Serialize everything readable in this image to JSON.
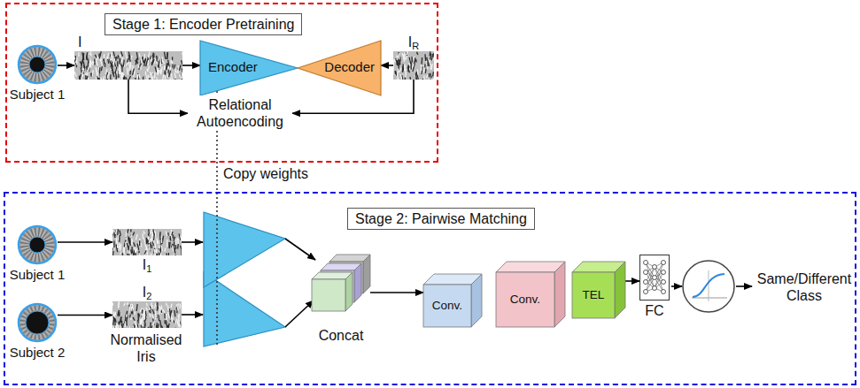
{
  "diagram": {
    "nodes": [
      {
        "text": [
          "Stage 1: Encoder Pretraining"
        ]
      },
      {
        "text": [
          "Subject 1"
        ],
        "in": 0
      },
      {
        "text": [
          "I"
        ],
        "in": 0
      },
      {
        "text": [
          "Encoder"
        ],
        "in": 0
      },
      {
        "text": [
          "Decoder"
        ],
        "in": 0
      },
      {
        "text": [
          "IR"
        ],
        "in": 0
      },
      {
        "text": [
          "Relational Autoencoding"
        ],
        "in": 0
      },
      {
        "text": [
          "Stage 2: Pairwise Matching"
        ]
      },
      {
        "text": [
          "Subject 1"
        ],
        "in": 7
      },
      {
        "text": [
          "I1"
        ],
        "in": 7
      },
      {
        "text": [
          "Subject 2"
        ],
        "in": 7
      },
      {
        "text": [
          "I2"
        ],
        "in": 7
      },
      {
        "text": [
          "Concat"
        ],
        "in": 7
      },
      {
        "text": [
          "Conv."
        ],
        "in": 7
      },
      {
        "text": [
          "Conv."
        ],
        "in": 7
      },
      {
        "text": [
          "TEL"
        ],
        "in": 7
      },
      {
        "text": [
          "FC"
        ],
        "in": 7
      }
    ],
    "edges": [
      {
        "from": 1,
        "to": 2,
        "arrow": "to"
      },
      {
        "from": 2,
        "to": 3,
        "arrow": "to"
      },
      {
        "from": 5,
        "to": 4,
        "arrow": "to"
      },
      {
        "from": 2,
        "to": 6,
        "arrow": "to"
      },
      {
        "from": 5,
        "to": 6,
        "arrow": "to"
      },
      {
        "from": 8,
        "to": 9,
        "arrow": "to"
      },
      {
        "from": 10,
        "to": 11,
        "arrow": "to"
      },
      {
        "from": 12,
        "to": 13,
        "arrow": "to"
      },
      {
        "from": 15,
        "to": 16,
        "arrow": "to"
      }
    ],
    "labels": [
      "Copy weights",
      "Normalised Iris",
      "Same/Different Class"
    ]
  }
}
